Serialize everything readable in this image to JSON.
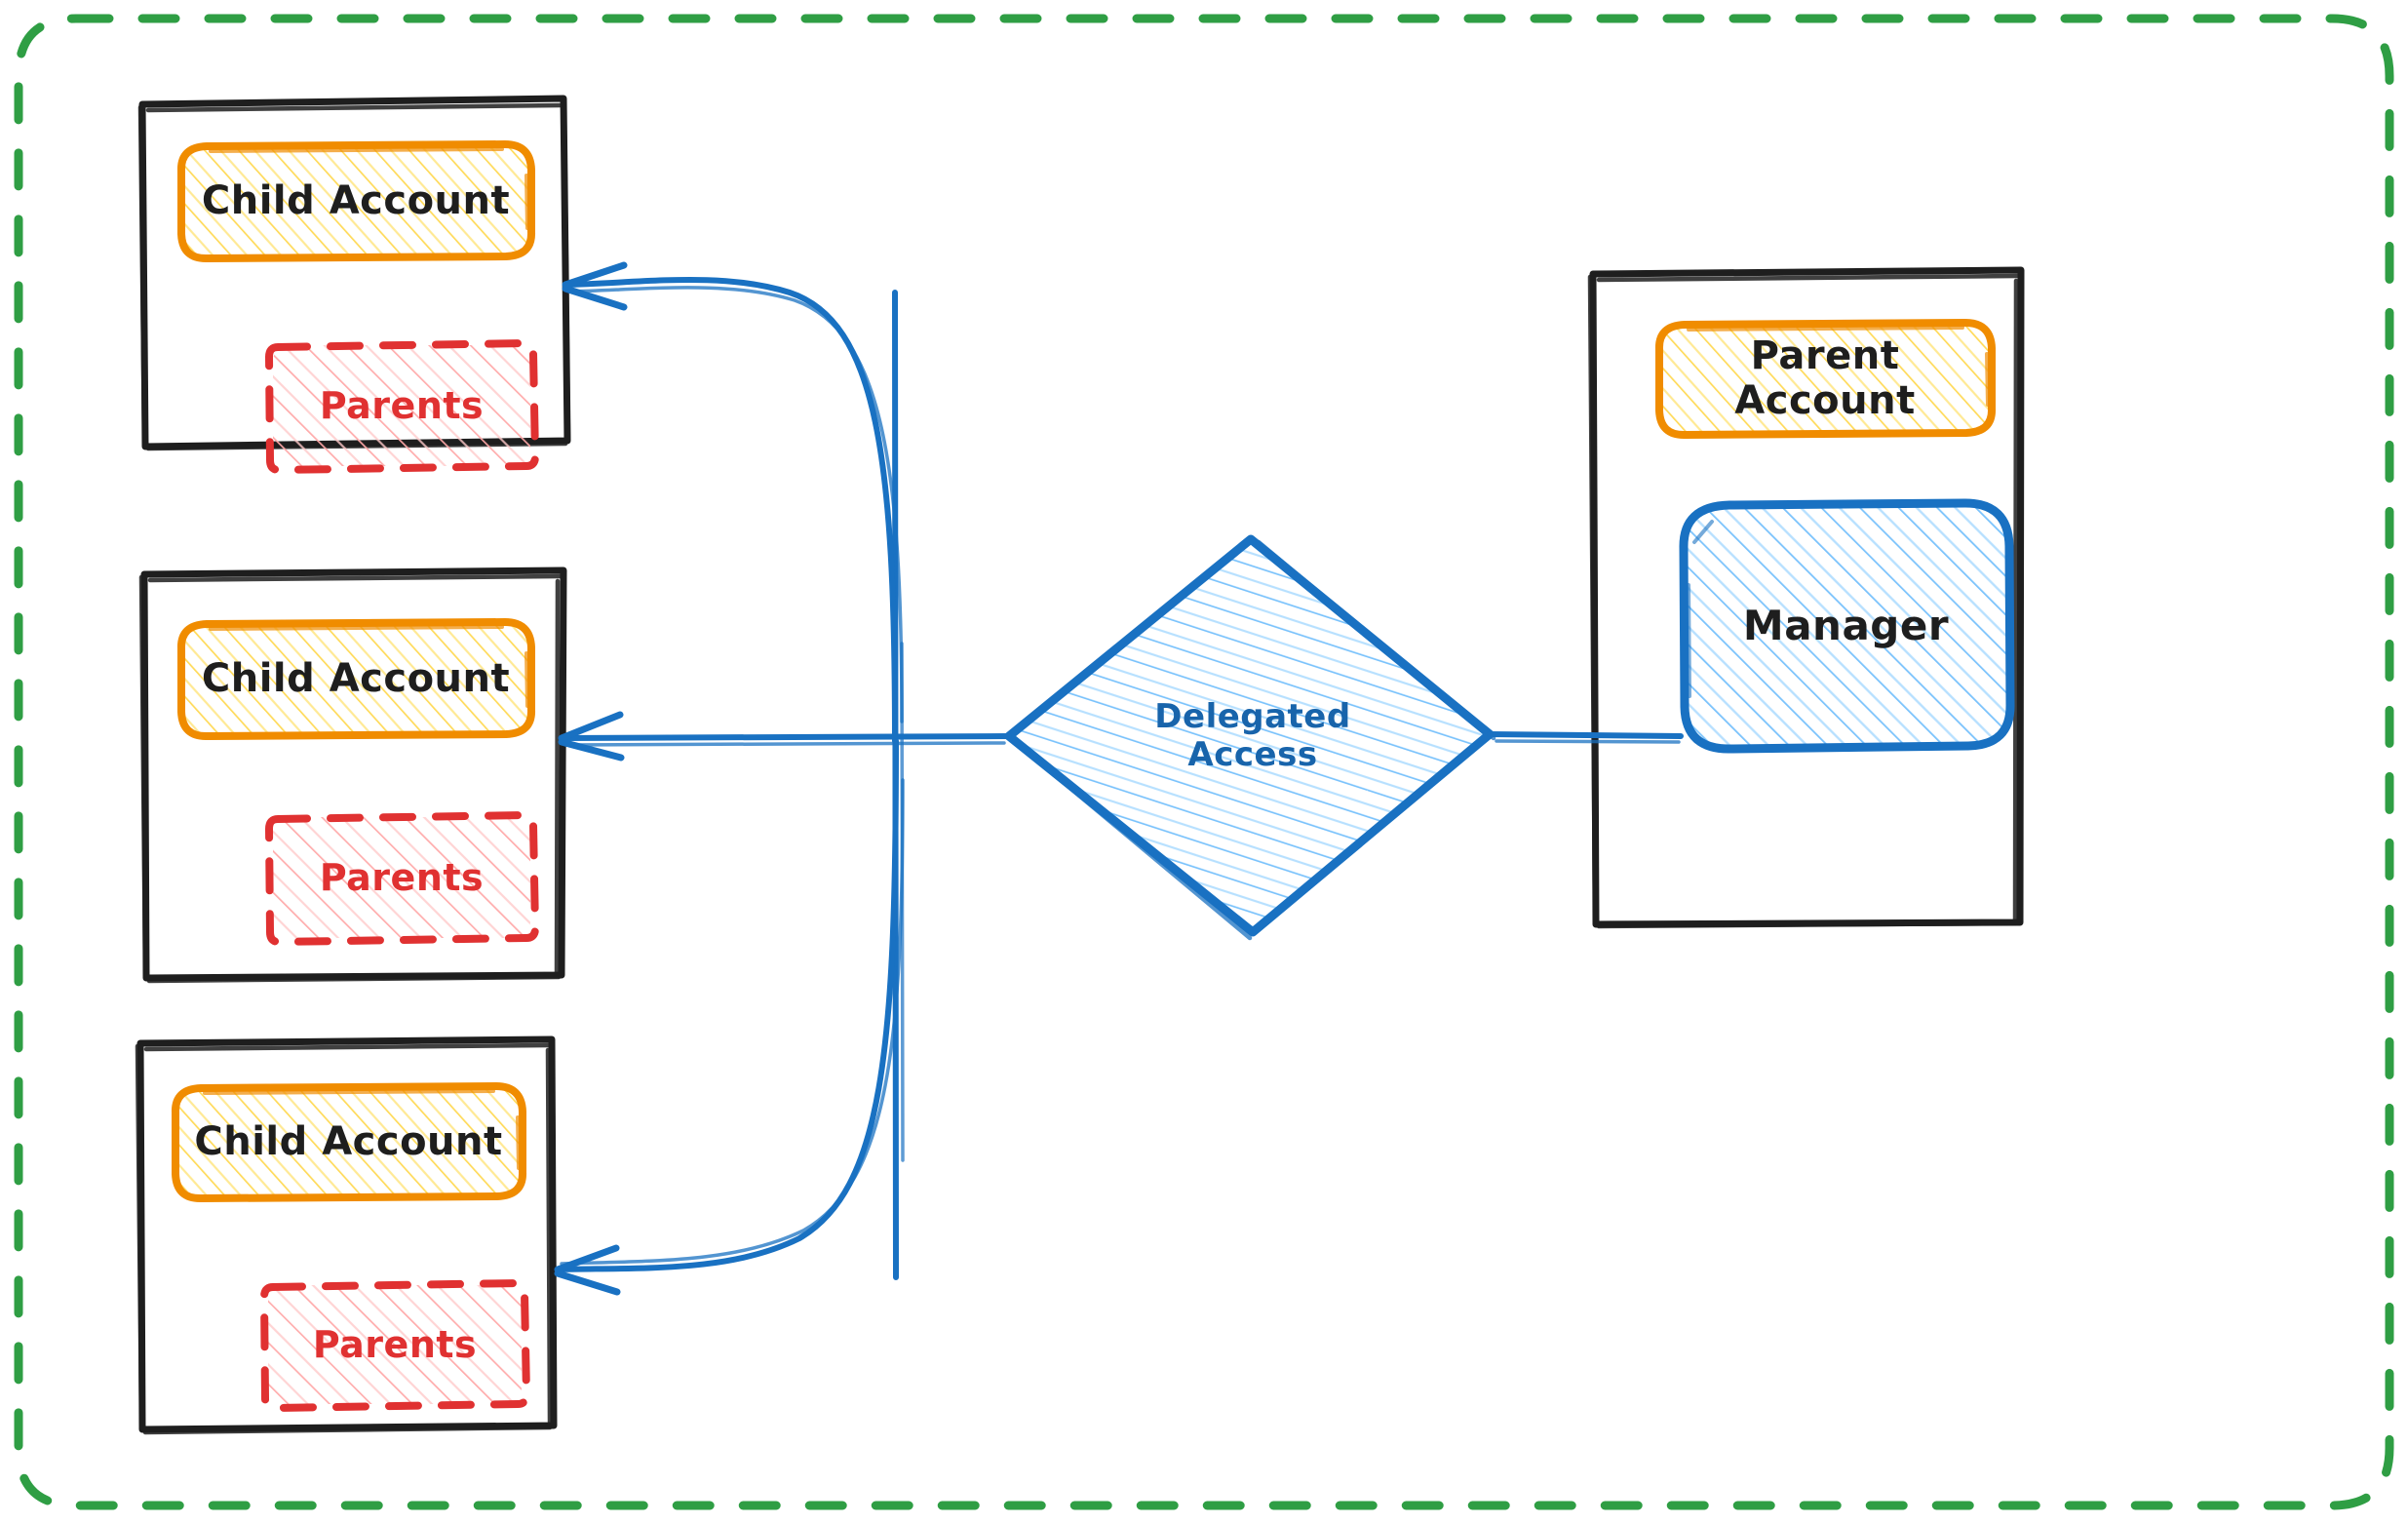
{
  "diagram": {
    "title": "Delegated Access",
    "boundary": {
      "name": "organization-boundary",
      "style": "dashed",
      "color": "#2f9e44"
    },
    "colors": {
      "boundary_green": "#2f9e44",
      "container_black": "#1e1e1e",
      "account_orange": "#f08c00",
      "account_fill_yellow": "#ffec99",
      "parents_red": "#e03131",
      "parents_fill_red": "#ffc9c9",
      "manager_blue": "#1971c2",
      "manager_fill_blue": "#a5d8ff",
      "arrow_blue": "#1971c2",
      "delegated_text_blue": "#1864ab",
      "text_black": "#1e1e1e"
    },
    "child_accounts": [
      {
        "container_name": "child-account-container-1",
        "account_label": "Child Account",
        "parents_label": "Parents"
      },
      {
        "container_name": "child-account-container-2",
        "account_label": "Child Account",
        "parents_label": "Parents"
      },
      {
        "container_name": "child-account-container-3",
        "account_label": "Child Account",
        "parents_label": "Parents"
      }
    ],
    "delegated_access": {
      "shape": "diamond",
      "line1": "Delegated",
      "line2": "Access",
      "label": "Delegated\nAccess"
    },
    "parent_side": {
      "container_name": "parent-account-container",
      "account_label": "Parent Account",
      "manager_label": "Manager"
    },
    "connections": [
      {
        "from": "Manager",
        "to": "Delegated Access",
        "arrow": false
      },
      {
        "from": "Delegated Access",
        "to": "Child Account 1",
        "arrow": true
      },
      {
        "from": "Delegated Access",
        "to": "Child Account 2",
        "arrow": true
      },
      {
        "from": "Delegated Access",
        "to": "Child Account 3",
        "arrow": true
      }
    ]
  }
}
